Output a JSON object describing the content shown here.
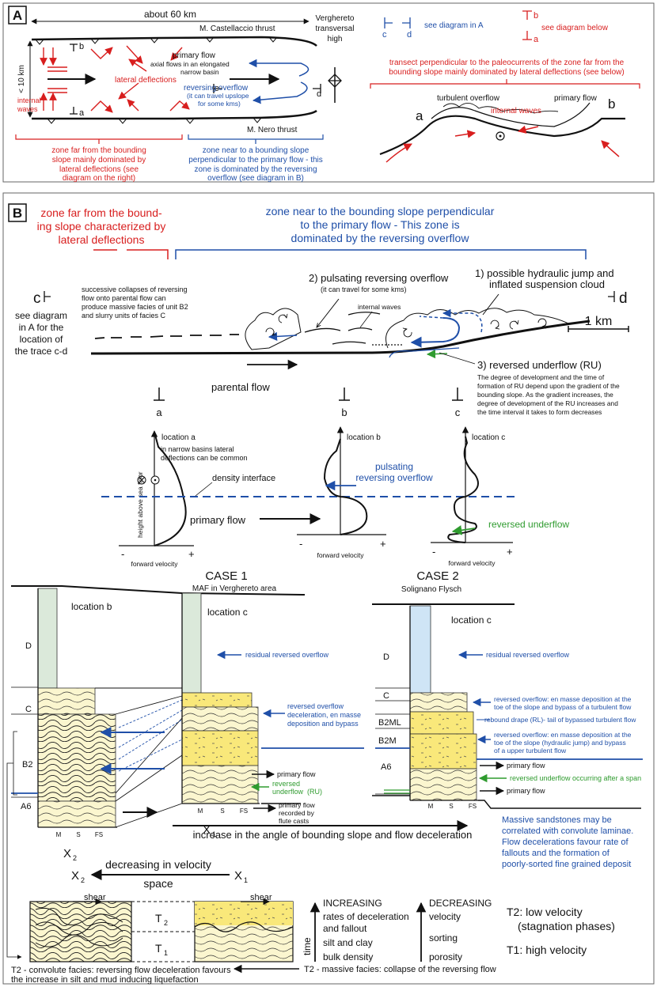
{
  "colors": {
    "red": "#d81e1e",
    "blue": "#1f4fa8",
    "green": "#2f9b2f",
    "sand": "#fbf6cf",
    "sand_massive": "#f9e87a",
    "mud_green": "#dbe9da",
    "mud_blue": "#cfe5f6"
  },
  "panel_a": {
    "label": "A",
    "scale": "about 60 km",
    "width": "< 10 km",
    "verghereto": [
      "Verghereto",
      "transversal",
      "high"
    ],
    "castellaccio": "M. Castellaccio thrust",
    "nero": "M. Nero thrust",
    "tb": "b",
    "ta": "a",
    "lateral": "lateral deflections",
    "internal_waves": [
      "internal",
      "waves"
    ],
    "primary_flow": [
      "primary flow",
      "axial flows in an elongated",
      "narrow basin"
    ],
    "c": "c",
    "d": "d",
    "reversing": [
      "reversing overflow",
      "(it can travel upslope",
      "for some kms)"
    ],
    "zone_far": [
      "zone far from the bounding",
      "slope mainly dominated by",
      "lateral deflections (see",
      "diagram on the right)"
    ],
    "zone_near": [
      "zone near to a bounding slope",
      "perpendicular to the primary flow - this",
      "zone is dominated by the reversing",
      "overflow (see diagram in B)"
    ],
    "legend_cd_c": "c",
    "legend_cd_d": "d",
    "legend_cd_text": "see diagram in A",
    "legend_ab_b": "b",
    "legend_ab_a": "a",
    "legend_ab_text": "see diagram below",
    "transect": [
      "transect perpendicular to the paleocurrents of the zone far from the",
      "bounding slope mainly dominated by lateral deflections (see below)"
    ],
    "turbulent": "turbulent overflow",
    "primary": "primary flow",
    "iw": "internal waves",
    "sa": "a",
    "sb": "b"
  },
  "panel_b": {
    "label": "B",
    "zone_far": [
      "zone far from the bound-",
      "ing slope characterized by",
      "lateral deflections"
    ],
    "zone_near": [
      "zone near to the bounding slope perpendicular",
      "to the primary flow - This zone is",
      "dominated by the reversing overflow"
    ],
    "c": "c",
    "d": "d",
    "see_diagram": [
      "see diagram",
      "in A for the",
      "location of",
      "the trace c-d"
    ],
    "collapses": [
      "successive collapses of reversing",
      "flow onto parental flow can",
      "produce massive facies of unit B2",
      "and slurry units of facies C"
    ],
    "pulsating_title": "2) pulsating reversing overflow",
    "pulsating_sub": "(it can travel for some kms)",
    "hydraulic": [
      "1) possible hydraulic jump and",
      "inflated suspension cloud"
    ],
    "internal_waves": "internal waves",
    "scale": "1 km",
    "parental": "parental flow",
    "ru_title": "3) reversed underflow (RU)",
    "ru_text": [
      "The degree of development and the time of",
      "formation of RU depend upon the gradient of the",
      "bounding slope. As the gradient increases, the",
      "degree of development of the RU increases and",
      "the time interval it takes to form decreases"
    ],
    "loc_a": "a",
    "loc_b": "b",
    "loc_c": "c",
    "location_a": "location a",
    "narrow": [
      "in narrow basins lateral",
      "deflections can be common"
    ],
    "density": "density interface",
    "height": "height above sea floor",
    "primary_flow": "primary flow",
    "location_b": "location b",
    "pulsating": [
      "pulsating",
      "reversing overflow"
    ],
    "location_c": "location c",
    "reversed_underflow": "reversed underflow",
    "minus": "-",
    "plus": "+",
    "forward_velocity": "forward velocity"
  },
  "logs": {
    "case1": "CASE 1",
    "maf": "MAF in Verghereto area",
    "case2": "CASE 2",
    "solignano": "Solignano Flysch",
    "location_b": "location b",
    "location_c": "location c",
    "units_b": [
      "D",
      "C",
      "B2",
      "A6"
    ],
    "units_c2": [
      "D",
      "C",
      "B2ML",
      "B2M",
      "A6"
    ],
    "residual": "residual reversed overflow",
    "case1_rev": [
      "reversed    overflow",
      "deceleration, en masse",
      "deposition and bypass"
    ],
    "primary_flow": "primary flow",
    "reversed_ru": [
      "reversed",
      "underflow",
      "(RU)"
    ],
    "flute": [
      "primary flow",
      "recorded by",
      "flute casts"
    ],
    "case2_rev1": [
      "reversed overflow: en masse deposition at the",
      "toe of the slope and bypass of a turbulent flow"
    ],
    "rebound": "rebound drape (RL)- tail of bypassed turbulent flow",
    "case2_rev2": [
      "reversed overflow: en masse deposition at the",
      "toe of the slope (hydraulic jump) and bypass",
      "of a upper turbulent flow"
    ],
    "reversed_span": "reversed underflow occurring after a span",
    "grain": [
      "M",
      "S",
      "FS"
    ],
    "x1": "X",
    "x2": "X",
    "sub1": "1",
    "sub2": "2",
    "increase": "increase in the angle of bounding slope and flow deceleration",
    "massive_note": [
      "Massive sandstones may be",
      "correlated with convolute laminae.",
      "Flow decelerations favour rate of",
      "fallouts and the formation of",
      "poorly-sorted fine grained deposit"
    ]
  },
  "bottom": {
    "decreasing": "decreasing in velocity",
    "space": "space",
    "shear": "shear",
    "t2": "T",
    "t1": "T",
    "increasing_title": "INCREASING",
    "increasing": [
      "rates of deceleration",
      "and fallout",
      "silt and clay",
      "bulk density"
    ],
    "decreasing_title": "DECREASING",
    "decreasing_items": [
      "velocity",
      "sorting",
      "porosity"
    ],
    "time": "time",
    "t2_legend": [
      "T2: low velocity",
      "(stagnation phases)"
    ],
    "t1_legend": "T1: high velocity",
    "convolute": [
      "T2 - convolute facies: reversing flow deceleration favours",
      "the increase in silt and mud inducing liquefaction"
    ],
    "massive": "T2 - massive facies: collapse of the reversing flow"
  }
}
